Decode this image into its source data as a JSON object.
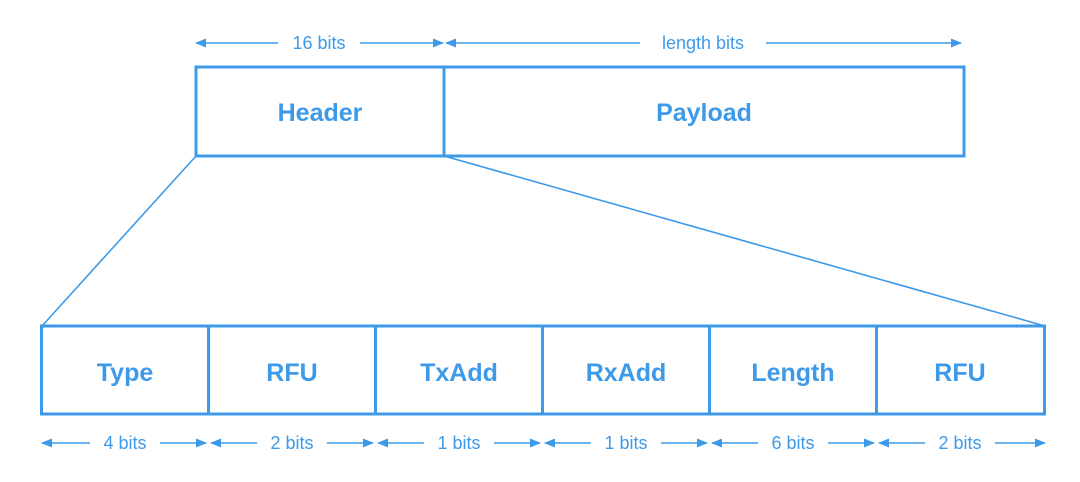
{
  "top": {
    "fields": [
      {
        "label": "Header",
        "width_text": "16 bits"
      },
      {
        "label": "Payload",
        "width_text": "length bits"
      }
    ]
  },
  "header_detail": {
    "fields": [
      {
        "label": "Type",
        "width_text": "4 bits"
      },
      {
        "label": "RFU",
        "width_text": "2 bits"
      },
      {
        "label": "TxAdd",
        "width_text": "1 bits"
      },
      {
        "label": "RxAdd",
        "width_text": "1 bits"
      },
      {
        "label": "Length",
        "width_text": "6 bits"
      },
      {
        "label": "RFU",
        "width_text": "2 bits"
      }
    ]
  },
  "colors": {
    "accent": "#3d9ae8",
    "background": "#ffffff"
  }
}
